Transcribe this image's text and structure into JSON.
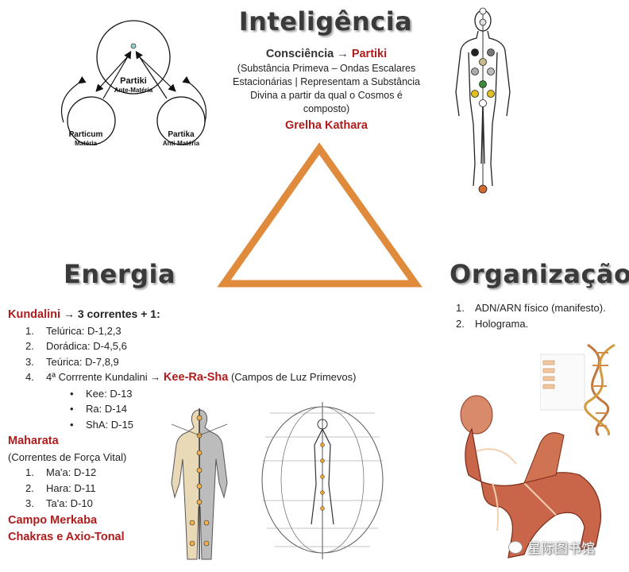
{
  "headings": {
    "inteligencia": "Inteligência",
    "energia": "Energia",
    "organizacao": "Organização"
  },
  "inteligencia": {
    "line1_prefix": "Consciência",
    "arrow": "→",
    "line1_highlight": "Partiki",
    "description": "(Substância Primeva – Ondas Escalares Estacionárias | Representam a Substância Divina a partir da qual o Cosmos é composto)",
    "grid_label": "Grelha Kathara"
  },
  "partiki_diagram": {
    "top_name": "Partiki",
    "top_sub": "Ante-Matéria",
    "left_name": "Particum",
    "left_sub": "Matéria",
    "right_name": "Partika",
    "right_sub": "Anti-Matéria"
  },
  "energia": {
    "kundalini_title": "Kundalini",
    "kundalini_arrow": "→",
    "kundalini_rest": "3 correntes + 1:",
    "currents": [
      {
        "num": "1.",
        "text": "Telúrica: D-1,2,3"
      },
      {
        "num": "2.",
        "text": "Dorádica: D-4,5,6"
      },
      {
        "num": "3.",
        "text": "Teúrica: D-7,8,9"
      }
    ],
    "fourth": {
      "num": "4.",
      "prefix": "4ª Corrrente  Kundalini",
      "arrow": "→",
      "highlight": "Kee-Ra-Sha",
      "suffix": "(Campos de Luz Primevos)"
    },
    "bullets": [
      "Kee: D-13",
      "Ra: D-14",
      "ShA: D-15"
    ],
    "maharata_title": "Maharata",
    "maharata_sub": "(Correntes de Força Vital)",
    "maharata_items": [
      {
        "num": "1.",
        "text": "Ma'a: D-12"
      },
      {
        "num": "2.",
        "text": "Hara: D-11"
      },
      {
        "num": "3.",
        "text": "Ta'a: D-10"
      }
    ],
    "campo": "Campo Merkaba",
    "chakras": "Chakras e Axio-Tonal"
  },
  "organizacao": {
    "items": [
      {
        "num": "1.",
        "text": "ADN/ARN físico (manifesto)."
      },
      {
        "num": "2.",
        "text": "Holograma."
      }
    ]
  },
  "watermark": "星际图书馆",
  "colors": {
    "triangle": "#e08a3c",
    "accent_red": "#b01c1c",
    "heading": "#3a3a3a",
    "muscle": "#c9664a"
  }
}
